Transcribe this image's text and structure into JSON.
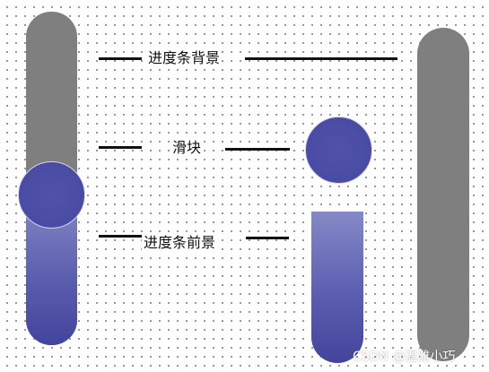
{
  "labels": {
    "track_bg": "进度条背景",
    "thumb": "滑块",
    "track_fg": "进度条前景"
  },
  "watermark": "CSDN @温雅小巧",
  "colors": {
    "track": "#7f7f7f",
    "thumb": "#4a4ca4",
    "fill_top": "#8489c6",
    "fill_bottom": "#43449c"
  }
}
